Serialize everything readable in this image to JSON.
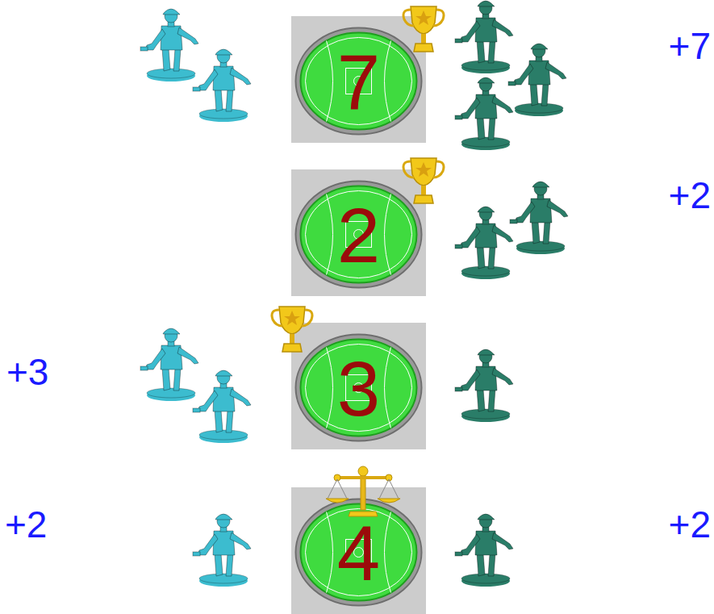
{
  "diagram": {
    "nodes": [
      {
        "text": [
          "7"
        ]
      },
      {
        "text": [
          "2"
        ]
      },
      {
        "text": [
          "3"
        ]
      },
      {
        "text": [
          "4"
        ]
      }
    ],
    "labels": [
      "+7",
      "+2",
      "+3",
      "+2",
      "+2"
    ]
  }
}
